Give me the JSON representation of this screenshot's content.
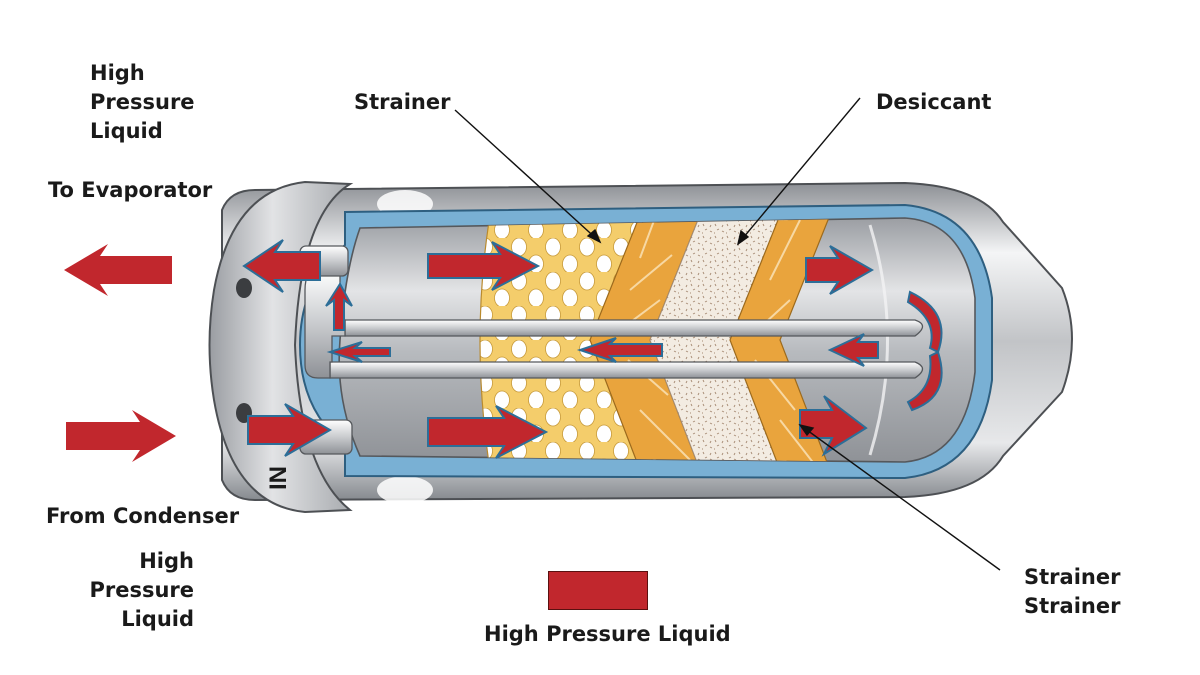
{
  "labels": {
    "top_left": [
      "High",
      "Pressure",
      "Liquid"
    ],
    "to_evaporator": "To Evaporator",
    "strainer_top": "Strainer",
    "desiccant": "Desiccant",
    "from_condenser": "From Condenser",
    "bottom_left": [
      "High",
      "Pressure",
      "Liquid"
    ],
    "strainer_bottom": [
      "Strainer",
      "Strainer"
    ],
    "legend": "High Pressure Liquid",
    "stamp": "IN"
  },
  "colors": {
    "flow_arrow": "#c1272d",
    "shell": "#c4c6c9",
    "liquid": "#76aed2",
    "strainer_mesh": "#f3cb68",
    "strainer_band": "#e8a23c",
    "desiccant": "#f2eadf"
  },
  "icons": {
    "flow": "red-flow-arrow",
    "pointer": "leader-line"
  }
}
